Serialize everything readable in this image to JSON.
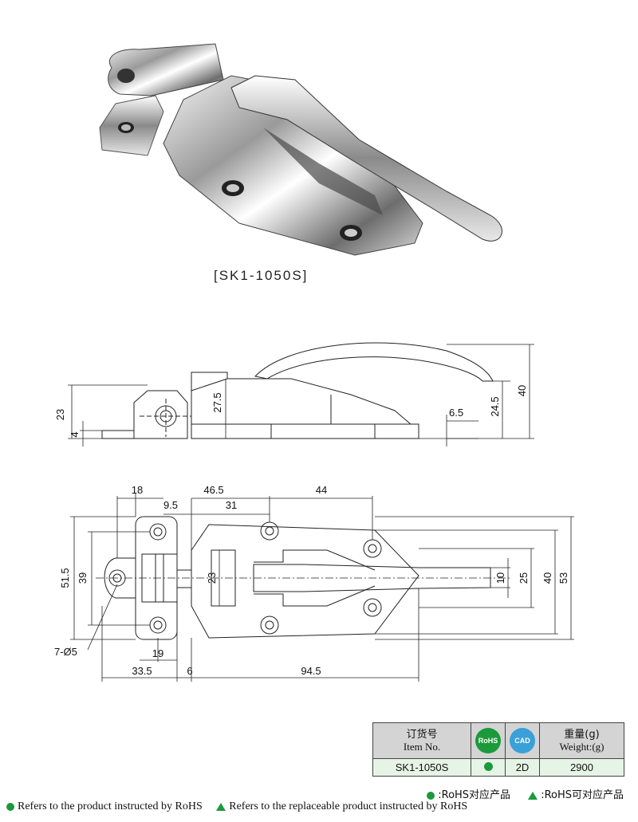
{
  "product": {
    "model_label": "[SK1-1050S]"
  },
  "side_view": {
    "dims": {
      "d23": "23",
      "d4": "4",
      "d27_5": "27.5",
      "d6_5": "6.5",
      "d24_5": "24.5",
      "d40": "40"
    }
  },
  "top_view": {
    "dims": {
      "d18": "18",
      "d9_5": "9.5",
      "d46_5": "46.5",
      "d31": "31",
      "d44": "44",
      "d51_5": "51.5",
      "d39": "39",
      "d23": "23",
      "d10": "10",
      "d25": "25",
      "d40": "40",
      "d53": "53",
      "hole": "7-Ø5",
      "d19": "19",
      "d33_5": "33.5",
      "d6": "6",
      "d94_5": "94.5"
    }
  },
  "spec_table": {
    "order_no_cn": "订货号",
    "order_no_en": "Item No.",
    "rohs_icon": "RoHS",
    "cad_icon": "CAD",
    "weight_cn": "重量(g)",
    "weight_en": "Weight:(g)",
    "item_no": "SK1-1050S",
    "cad_type": "2D",
    "weight": "2900"
  },
  "legend": {
    "rohs": ":RoHS对应产品",
    "rohs_replaceable": ":RoHS可对应产品"
  },
  "footer": {
    "rohs_note": "Refers to the product instructed by RoHS",
    "replaceable_note": "Refers to the replaceable product instructed by RoHS"
  },
  "colors": {
    "accent_green": "#1a9a3a",
    "table_header": "#d4d4d4",
    "table_row": "#e6f4e6"
  }
}
